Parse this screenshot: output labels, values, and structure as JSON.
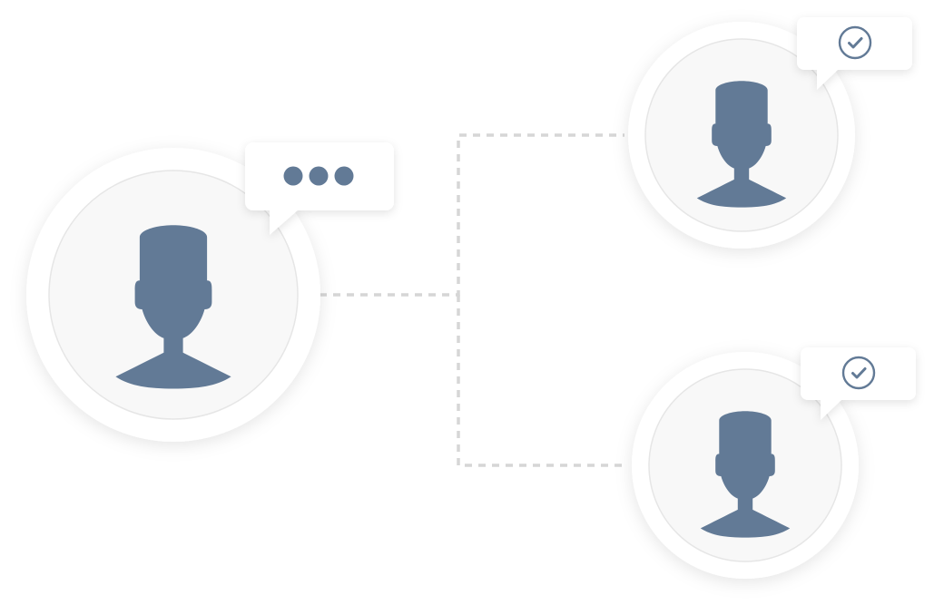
{
  "colors": {
    "background": "#ffffff",
    "avatar_fill": "#627a96",
    "avatar_inner": "#f8f8f8",
    "avatar_ring": "#ffffff",
    "avatar_inner_border": "#e6e6e6",
    "bubble_fill": "#ffffff",
    "connector": "#d6d6d6"
  },
  "nodes": [
    {
      "id": "sender",
      "role": "sender",
      "status_icon": "typing-dots-icon"
    },
    {
      "id": "recipient-top",
      "role": "recipient",
      "status_icon": "check-circle-icon"
    },
    {
      "id": "recipient-bottom",
      "role": "recipient",
      "status_icon": "check-circle-icon"
    }
  ],
  "edges": [
    {
      "from": "sender",
      "to": "recipient-top",
      "style": "dashed"
    },
    {
      "from": "sender",
      "to": "recipient-bottom",
      "style": "dashed"
    }
  ]
}
